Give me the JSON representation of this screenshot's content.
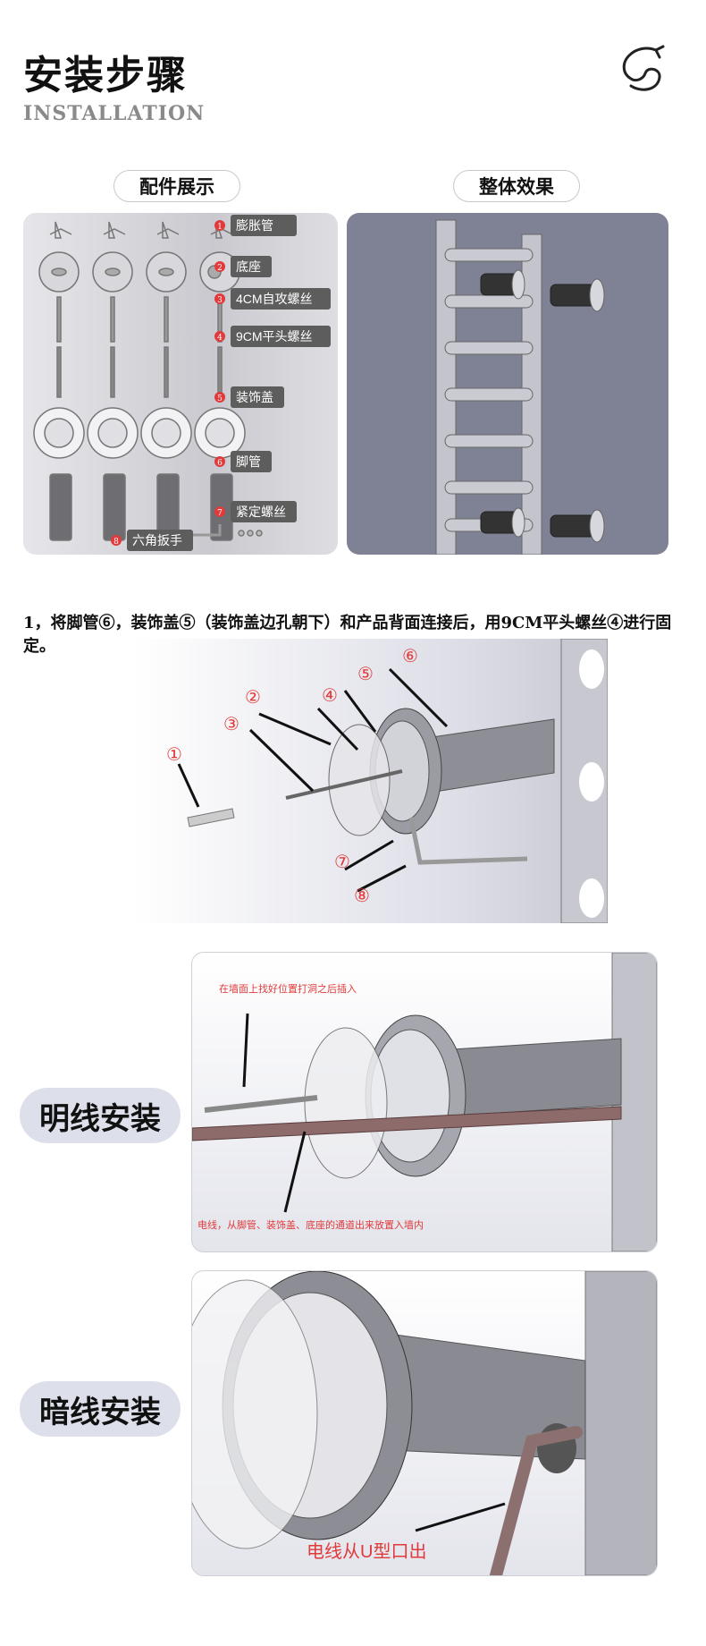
{
  "header": {
    "title": "安装步骤",
    "subtitle": "INSTALLATION"
  },
  "icons": {
    "logo": "wrench-s-icon"
  },
  "section_pills": {
    "parts": "配件展示",
    "overall": "整体效果"
  },
  "parts_labels": [
    {
      "num": "1",
      "text": "膨胀管"
    },
    {
      "num": "2",
      "text": "底座"
    },
    {
      "num": "3",
      "text": "4CM自攻螺丝"
    },
    {
      "num": "4",
      "text": "9CM平头螺丝"
    },
    {
      "num": "5",
      "text": "装饰盖"
    },
    {
      "num": "6",
      "text": "脚管"
    },
    {
      "num": "7",
      "text": "紧定螺丝"
    },
    {
      "num": "8",
      "text": "六角扳手"
    }
  ],
  "step1_text": "1，将脚管⑥，装饰盖⑤（装饰盖边孔朝下）和产品背面连接后，用9CM平头螺丝④进行固定。",
  "diagram_numbers": [
    "①",
    "②",
    "③",
    "④",
    "⑤",
    "⑥",
    "⑦",
    "⑧"
  ],
  "exposed": {
    "pill": "明线安装",
    "note_top": "在墙面上找好位置打洞之后插入",
    "note_bottom": "电线，从脚管、装饰盖、底座的通道出来放置入墙内"
  },
  "concealed": {
    "pill": "暗线安装",
    "note": "电线从U型口出"
  },
  "colors": {
    "accent_red": "#e03a3a",
    "label_bg": "#5d5d5d",
    "pill_bg": "#dde0ea"
  }
}
